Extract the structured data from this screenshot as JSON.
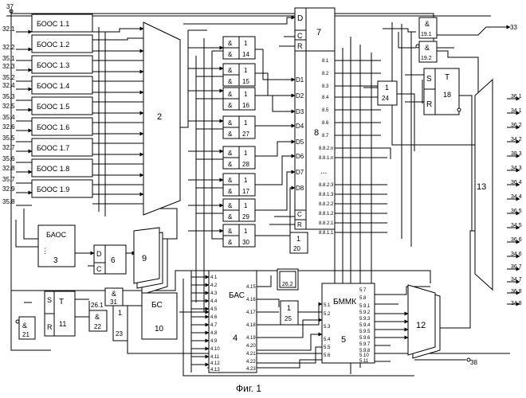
{
  "figure": {
    "caption": "Фиг. 1",
    "labels": {
      "in_top": "37",
      "out_33": "33",
      "out_38": "38",
      "left_inputs": [
        "32.1",
        "32.2",
        "35.1",
        "32.3",
        "35.2",
        "32.4",
        "35.3",
        "32.5",
        "35.4",
        "32.6",
        "35.5",
        "32.7",
        "35.6",
        "32.8",
        "35.7",
        "32.9",
        "35.8"
      ],
      "right_outputs": [
        "36.1",
        "34.1",
        "36.2",
        "34.2",
        "38.3",
        "34.3",
        "36.4",
        "34.4",
        "36.5",
        "34.5",
        "36.6",
        "34.6",
        "36.7",
        "34.7",
        "36.8",
        "34.8"
      ]
    },
    "boos": [
      "БООС 1.1",
      "БООС 1.2",
      "БООС 1.3",
      "БООС 1.4",
      "БООС 1.5",
      "БООС 1.6",
      "БООС 1.7",
      "БООС 1.8",
      "БООС 1.9"
    ],
    "blocks": {
      "baos": {
        "name": "БАОС",
        "num": "3"
      },
      "mux2": "2",
      "reg6": {
        "d": "D",
        "num": "6",
        "c": "C"
      },
      "mux9": "9",
      "trig11": {
        "s": "S",
        "t": "T",
        "r": "R",
        "num": "11"
      },
      "and21": {
        "op": "&",
        "num": "21"
      },
      "and22": {
        "op": "&",
        "num": "22"
      },
      "and31": {
        "op": "&",
        "num": "31"
      },
      "or23": {
        "op": "1",
        "num": "23"
      },
      "d26_1": "26.1",
      "bs": {
        "name": "БС",
        "num": "10"
      },
      "bas": {
        "name": "БАС",
        "num": "4",
        "in_pins": [
          "4.1",
          "4.2",
          "4.3",
          "4.4",
          "4.5",
          "4.6",
          "4.7",
          "4.8",
          "4.9",
          "4.10",
          "4.11",
          "4.12",
          "4.13"
        ],
        "out_pins": [
          "4.15",
          "4.16",
          "4.17",
          "4.18",
          "4.19",
          "4.20",
          "4.21",
          "4.22",
          "4.23"
        ]
      },
      "d26_2": "26.2",
      "or25": {
        "op": "1",
        "num": "25"
      },
      "bmmk": {
        "name": "БММК",
        "num": "5",
        "in_pins": [
          "5.1",
          "5.2",
          "5.3",
          "5.4",
          "5.5",
          "5.6"
        ],
        "out_pins": [
          "5.7",
          "5.8",
          "5.9.1",
          "5.9.2",
          "5.9.3",
          "5.9.4",
          "5.9.5",
          "5.9.6",
          "5.9.7",
          "5.9.8",
          "5.10",
          "5.11"
        ]
      },
      "mux12": "12",
      "mux13": "13",
      "trig18": {
        "s": "S",
        "t": "T",
        "r": "R",
        "num": "18"
      },
      "or24": {
        "op": "1",
        "num": "24"
      },
      "or20": {
        "op": "1",
        "num": "20"
      },
      "and19_1": {
        "op": "&",
        "num": "19.1"
      },
      "and19_2": {
        "op": "&",
        "num": "19.2"
      },
      "reg7": {
        "d": "D",
        "c": "C",
        "r": "R",
        "num": "7"
      },
      "reg8": {
        "num": "8",
        "inputs": [
          "D1",
          "D2",
          "D3",
          "D4",
          "D5",
          "D6",
          "D7",
          "D8"
        ],
        "c": "C",
        "r": "R",
        "outputs": [
          "8.1",
          "8.2",
          "8.3",
          "8.4",
          "8.5",
          "8.6",
          "8.7",
          "8.8.2.n",
          "8.8.1.n",
          "8.8.2.3",
          "8.8.1.3",
          "8.8.2.2",
          "8.8.1.2",
          "8.8.2.1",
          "8.8.1.1"
        ],
        "dots": "..."
      }
    },
    "gates": [
      {
        "num": "14",
        "op1": "&",
        "op2": "1",
        "op3": "&"
      },
      {
        "num": "15",
        "op1": "&",
        "op2": "1",
        "op3": "&"
      },
      {
        "num": "16",
        "op1": "&",
        "op2": "1",
        "op3": "&"
      },
      {
        "num": "27",
        "op1": "&",
        "op2": "1",
        "op3": "&"
      },
      {
        "num": "28",
        "op1": "&",
        "op2": "1",
        "op3": "&"
      },
      {
        "num": "17",
        "op1": "&",
        "op2": "1",
        "op3": "&"
      },
      {
        "num": "29",
        "op1": "&",
        "op2": "1",
        "op3": "&"
      },
      {
        "num": "30",
        "op1": "&",
        "op2": "1",
        "op3": "&"
      }
    ]
  }
}
